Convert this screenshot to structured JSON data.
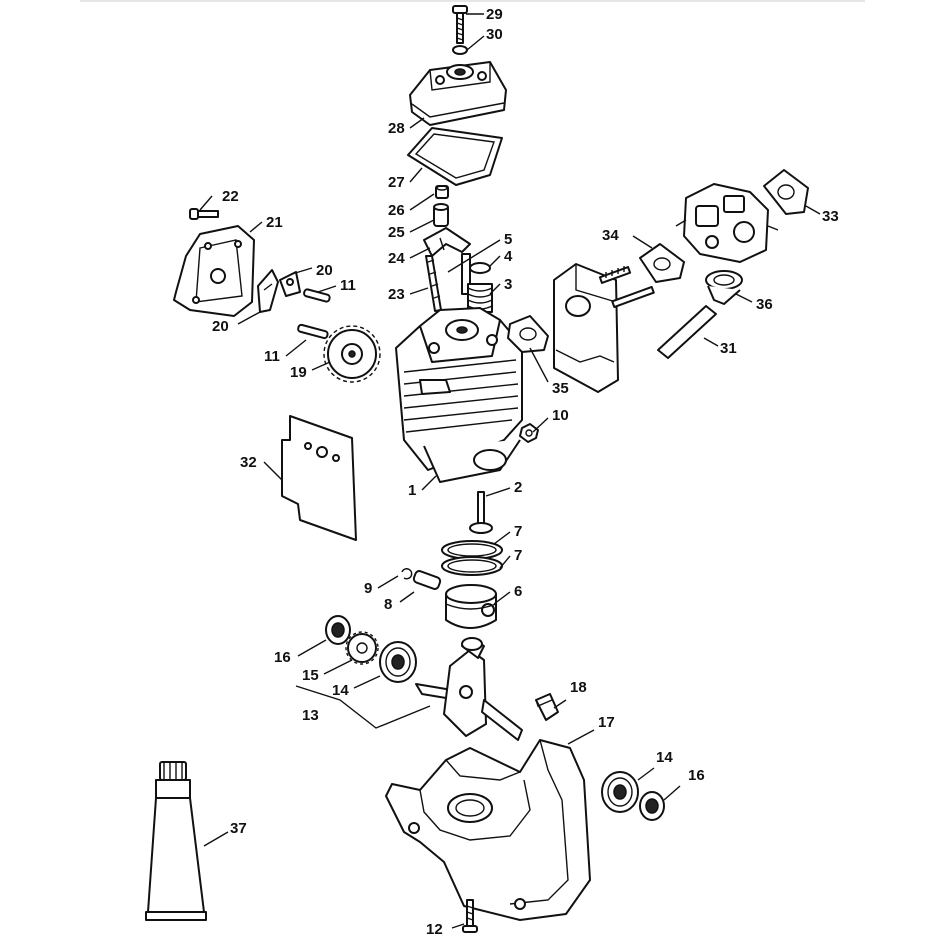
{
  "diagram": {
    "callouts": {
      "c1": "1",
      "c2": "2",
      "c3": "3",
      "c4": "4",
      "c5": "5",
      "c6": "6",
      "c7a": "7",
      "c7b": "7",
      "c8": "8",
      "c9": "9",
      "c10": "10",
      "c11a": "11",
      "c11b": "11",
      "c12": "12",
      "c13": "13",
      "c14a": "14",
      "c14b": "14",
      "c15": "15",
      "c16a": "16",
      "c16b": "16",
      "c17": "17",
      "c18": "18",
      "c19": "19",
      "c20a": "20",
      "c20b": "20",
      "c21": "21",
      "c22": "22",
      "c23": "23",
      "c24": "24",
      "c25": "25",
      "c26": "26",
      "c27": "27",
      "c28": "28",
      "c29": "29",
      "c30": "30",
      "c31": "31",
      "c32": "32",
      "c33": "33",
      "c34": "34",
      "c35": "35",
      "c36": "36",
      "c37": "37"
    }
  }
}
